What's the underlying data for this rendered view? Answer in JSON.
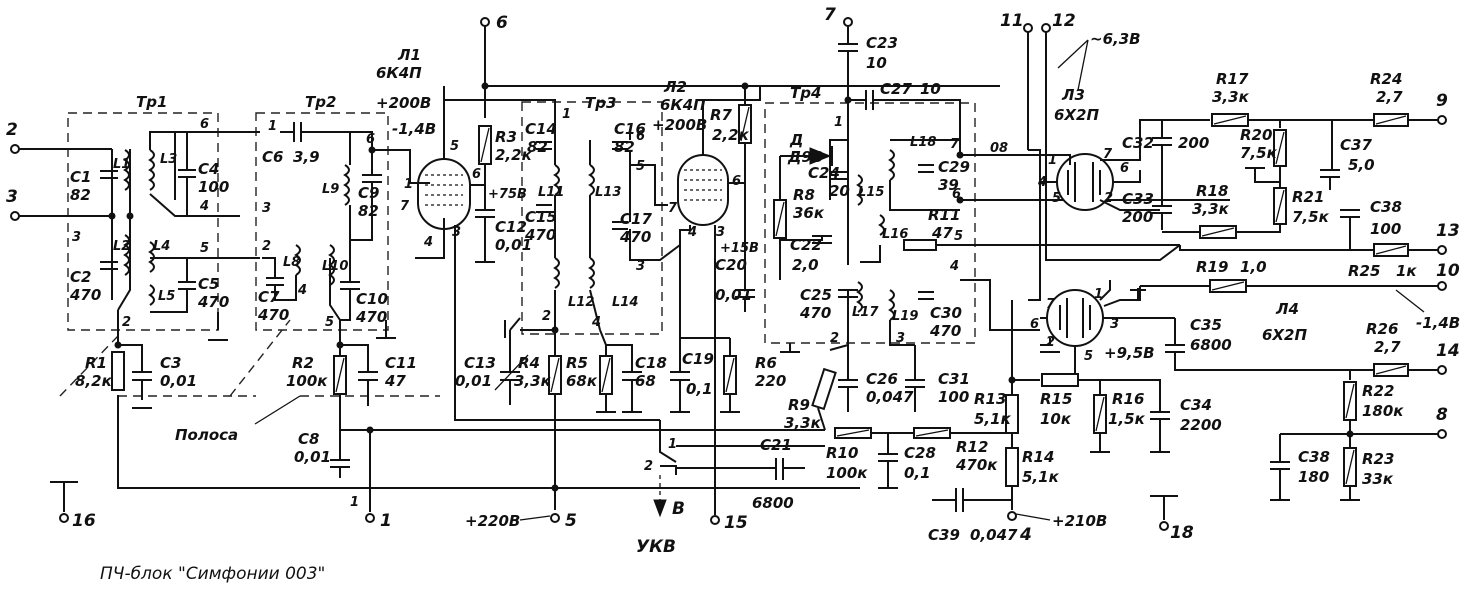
{
  "caption": "ПЧ-блок \"Симфонии 003\"",
  "labels": {
    "tr1": "Тр1",
    "tr2": "Тр2",
    "tr3": "Тр3",
    "tr4": "Тр4",
    "l1_tube": "Л1",
    "l1_type": "6К4П",
    "l1_v": "+200В",
    "l1_vg": "-1,4В",
    "l2_tube": "Л2",
    "l2_type": "6К4П",
    "l2_v": "+200В",
    "l3_tube": "Л3",
    "l3_type": "6Х2П",
    "l4_tube": "Л4",
    "l4_type": "6Х2П",
    "polosa": "Полоса",
    "ukv": "УКВ",
    "b": "В",
    "v63": "~6,3В",
    "v210": "+210В",
    "v220": "+220В",
    "v95": "+9,5В",
    "v75": "+75В",
    "v15": "+15В",
    "minus14": "-1,4В",
    "dio": "Д",
    "dio_type": "Д9В",
    "c1": "С1",
    "c1v": "82",
    "c2": "С2",
    "c2v": "470",
    "c3": "С3",
    "c3v": "0,01",
    "c4": "С4",
    "c4v": "100",
    "c5": "С5",
    "c5v": "470",
    "c6": "С6",
    "c6v": "3,9",
    "c7": "С7",
    "c7v": "470",
    "c8": "С8",
    "c8v": "0,01",
    "c9": "С9",
    "c9v": "82",
    "c10": "С10",
    "c10v": "470",
    "c11": "С11",
    "c11v": "47",
    "c12": "С12",
    "c12v": "0,01",
    "c13": "С13",
    "c13v": "0,01",
    "c14": "С14",
    "c14v": "82",
    "c15": "С15",
    "c15v": "470",
    "c16": "С16",
    "c16v": "82",
    "c17": "С17",
    "c17v": "470",
    "c18": "С18",
    "c18v": "68",
    "c19": "С19",
    "c19v": "0,1",
    "c20": "С20",
    "c20v": "0,01",
    "c21": "С21",
    "c21v": "6800",
    "c22": "С22",
    "c22v": "2,0",
    "c23": "С23",
    "c23v": "10",
    "c24": "С24",
    "c24v": "20",
    "c25": "С25",
    "c25v": "470",
    "c26": "С26",
    "c26v": "0,047",
    "c27": "С27",
    "c27v": "10",
    "c28": "С28",
    "c28v": "0,1",
    "c29": "С29",
    "c29v": "39",
    "c30": "С30",
    "c30v": "470",
    "c31": "С31",
    "c31v": "100",
    "c32": "С32",
    "c32v": "200",
    "c33": "С33",
    "c33v": "200",
    "c34": "С34",
    "c34v": "2200",
    "c35": "С35",
    "c35v": "6800",
    "c37": "С37",
    "c37v": "5,0",
    "c38a": "С38",
    "c38av": "100",
    "c38b": "С38",
    "c38bv": "180",
    "c39": "С39",
    "c39v": "0,047",
    "r1": "R1",
    "r1v": "8,2к",
    "r2": "R2",
    "r2v": "100к",
    "r3": "R3",
    "r3v": "2,2к",
    "r4": "R4",
    "r4v": "3,3к",
    "r5": "R5",
    "r5v": "68к",
    "r6": "R6",
    "r6v": "220",
    "r7": "R7",
    "r7v": "2,2к",
    "r8": "R8",
    "r8v": "36к",
    "r9": "R9",
    "r9v": "3,3к",
    "r10": "R10",
    "r10v": "100к",
    "r11": "R11",
    "r11v": "47",
    "r12": "R12",
    "r12v": "470к",
    "r13": "R13",
    "r13v": "5,1к",
    "r14": "R14",
    "r14v": "5,1к",
    "r15": "R15",
    "r15v": "10к",
    "r16": "R16",
    "r16v": "1,5к",
    "r17": "R17",
    "r17v": "3,3к",
    "r18": "R18",
    "r18v": "3,3к",
    "r19": "R19",
    "r19v": "1,0",
    "r20": "R20",
    "r20v": "7,5к",
    "r21": "R21",
    "r21v": "7,5к",
    "r22": "R22",
    "r22v": "180к",
    "r23": "R23",
    "r23v": "33к",
    "r24": "R24",
    "r24v": "2,7",
    "r25": "R25",
    "r25v": "1к",
    "r26": "R26",
    "r26v": "2,7",
    "l1": "L1",
    "l2": "L2",
    "l3": "L3",
    "l4": "L4",
    "l5": "L5",
    "l8": "L8",
    "l9": "L9",
    "l10": "L10",
    "l11": "L11",
    "l12": "L12",
    "l13": "L13",
    "l14": "L14",
    "l15": "L15",
    "l16": "L16",
    "l17": "L17",
    "l18": "L18",
    "l19": "L19",
    "t2": "2",
    "t3": "3",
    "t6": "6",
    "t7": "7",
    "t11": "11",
    "t12": "12",
    "t9": "9",
    "t13": "13",
    "t10": "10",
    "t14": "14",
    "t8": "8",
    "t16": "16",
    "t1": "1",
    "t5": "5",
    "t15": "15",
    "t4": "4",
    "t18": "18",
    "p_tr1_6": "6",
    "p_tr1_3": "3",
    "p_tr1_4": "4",
    "p_tr1_5": "5",
    "p_tr1_2": "2",
    "p_tr2_1": "1",
    "p_tr2_6": "6",
    "p_tr2_3": "3",
    "p_tr2_2": "2",
    "p_tr2_4": "4",
    "p_tr2_5": "5",
    "p_l1_5": "5",
    "p_l1_6": "6",
    "p_l1_1": "1",
    "p_l1_7": "7",
    "p_l1_4": "4",
    "p_l1_3": "3",
    "p_tr3_1": "1",
    "p_tr3_6": "6",
    "p_tr3_5": "5",
    "p_tr3_3": "3",
    "p_tr3_2": "2",
    "p_tr3_4": "4",
    "p_l2_6": "6",
    "p_l2_7": "7",
    "p_l2_4": "4",
    "p_l2_3": "3",
    "p_tr4_1": "1",
    "p_tr4_7": "7",
    "p_tr4_6": "6",
    "p_tr4_5": "5",
    "p_tr4_4": "4",
    "p_tr4_2": "2",
    "p_tr4_3": "3",
    "p_l3_1": "1",
    "p_l3_7": "7",
    "p_l3_6": "6",
    "p_l3_4": "4",
    "p_l3_5": "5",
    "p_l3_2": "2",
    "p_l4_7": "7",
    "p_l4_1": "1",
    "p_l4_6": "6",
    "p_l4_3": "3",
    "p_l4_2": "2",
    "p_l4_5": "5",
    "p_sw_1": "1",
    "p_sw_2": "2",
    "p_08": "08",
    "p_1": "1"
  }
}
